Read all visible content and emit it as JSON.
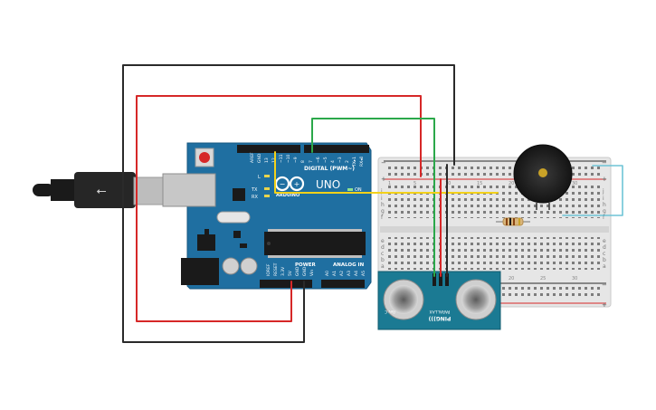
{
  "arduino": {
    "brand": "ARDUINO",
    "model": "UNO",
    "digital_header_label": "DIGITAL (PWM~)",
    "power_label": "POWER",
    "analog_label": "ANALOG IN",
    "on_label": "ON",
    "l_label": "L",
    "tx_label": "TX",
    "rx_label": "RX",
    "top_pin_labels": [
      "AREF",
      "GND",
      "13",
      "12",
      "~11",
      "~10",
      "~9",
      "8",
      "7",
      "~6",
      "~5",
      "4",
      "~3",
      "2",
      "TX▸1",
      "RX◂0"
    ],
    "power_pin_labels": [
      "IOREF",
      "RESET",
      "3.3V",
      "5V",
      "GND",
      "GND",
      "Vin"
    ],
    "analog_pin_labels": [
      "A0",
      "A1",
      "A2",
      "A3",
      "A4",
      "A5"
    ]
  },
  "sensor": {
    "name": "PING)))",
    "brand": "PARALLAX",
    "rev": "Rev C"
  },
  "breadboard": {
    "row_letters_top": [
      "j",
      "i",
      "h",
      "g",
      "f"
    ],
    "row_letters_bottom": [
      "e",
      "d",
      "c",
      "b",
      "a"
    ],
    "column_numbers": [
      "1",
      "5",
      "10",
      "15",
      "20",
      "25",
      "30"
    ]
  },
  "colors": {
    "board": "#1f6fa1",
    "wire_red": "#d62828",
    "wire_black": "#2a2a2a",
    "wire_green": "#2ba84a",
    "wire_yellow": "#f3d11a",
    "wire_cyan": "#6ec4d6",
    "breadboard": "#e6e6e6",
    "sensor_pcb": "#1b7a93"
  }
}
